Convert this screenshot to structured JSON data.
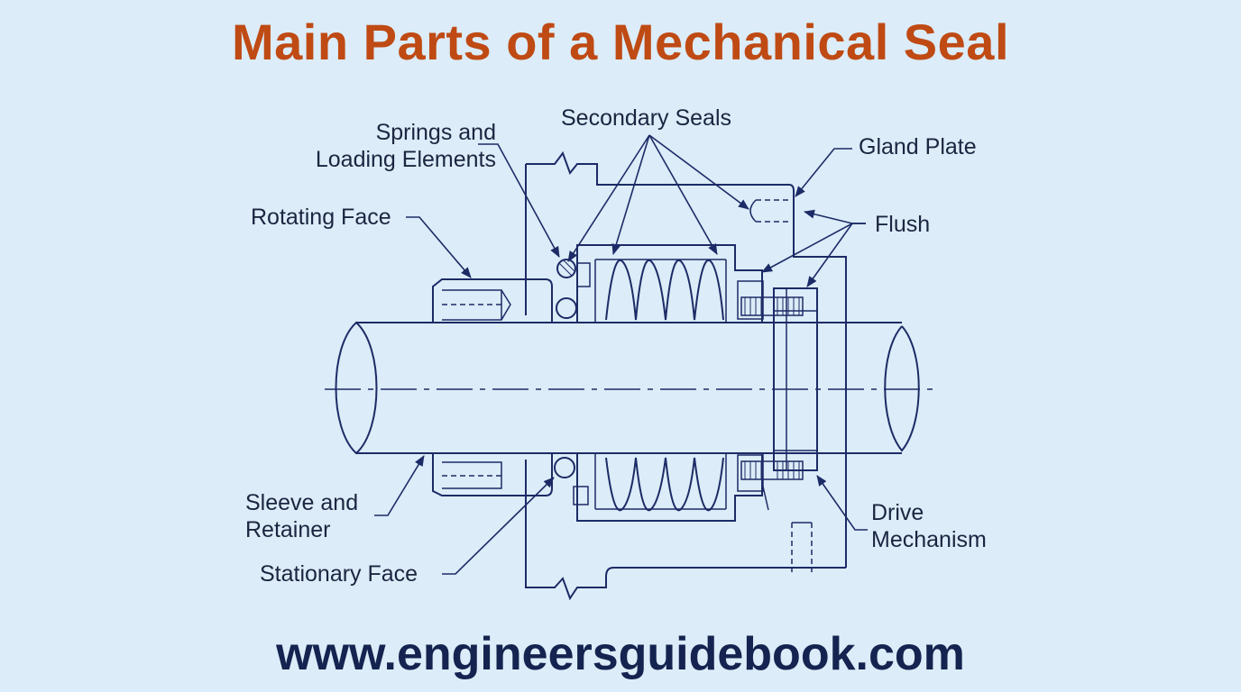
{
  "title": "Main Parts of a Mechanical Seal",
  "footer": "www.engineersguidebook.com",
  "labels": {
    "springs": "Springs and\nLoading Elements",
    "secondary_seals": "Secondary Seals",
    "gland_plate": "Gland Plate",
    "rotating_face": "Rotating Face",
    "flush": "Flush",
    "sleeve": "Sleeve and\nRetainer",
    "stationary_face": "Stationary Face",
    "drive": "Drive\nMechanism"
  },
  "colors": {
    "background": "#dcecf8",
    "title": "#bf4a14",
    "footer": "#14234f",
    "line": "#1c2b66"
  }
}
